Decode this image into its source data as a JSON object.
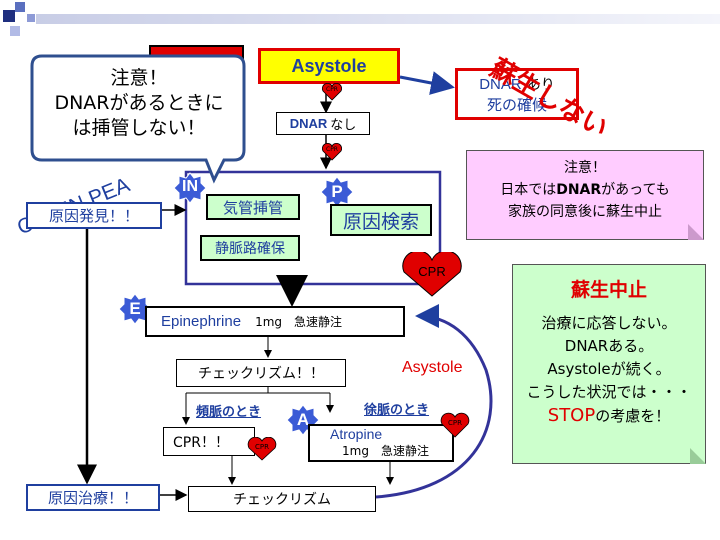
{
  "header": {
    "asystole": "Asystole",
    "resuscitation_not": "蘇生しない"
  },
  "dnar": {
    "present_name": "DNAR",
    "present_suffix": "あり",
    "present_result": "死の確候",
    "absent_name": "DNAR",
    "absent_suffix": "なし"
  },
  "callout_caution": {
    "line1": "注意！",
    "line2": "DNARがあるときに",
    "line3": "は挿管しない！"
  },
  "cpr_in_pea": "CPR IN PEA",
  "cause_found": "原因発見！！",
  "in_badge": "IN",
  "intubation": "気管挿管",
  "iv_access": "静脈路確保",
  "p_badge": "P",
  "cause_search": "原因検索",
  "heart_cpr_big": "CPR",
  "heart_cpr_small": "CPR",
  "note_japan": {
    "line1": "注意！",
    "line2a": "日本では",
    "line2b": "DNAR",
    "line2c": "があっても",
    "line3": "家族の同意後に蘇生中止"
  },
  "note_stop": {
    "title": "蘇生中止",
    "line1": "治療に応答しない。",
    "line2": "DNARある。",
    "line3": "Asystoleが続く。",
    "line4": "こうした状況では・・・",
    "stop_word": "STOP",
    "stop_tail": "の考慮を！"
  },
  "e_badge": "E",
  "epinephrine": "Epinephrine",
  "epinephrine_dose": "1mg　急速静注",
  "check_rhythm1": "チェックリズム！！",
  "tachy_pulse": "頻脈のとき",
  "brady_pulse": "徐脈のとき",
  "cpr_box": "CPR！！",
  "a_badge": "A",
  "atropine": "Atropine",
  "atropine_dose": "1mg　急速静注",
  "asystole_loop": "Asystole",
  "cause_treat": "原因治療！！",
  "check_rhythm2": "チェックリズム",
  "colors": {
    "red": "#e00000",
    "blue": "#1f3f9f",
    "navy": "#333399",
    "pink_note": "#ffccff",
    "green_note": "#ccffcc",
    "badge_blue": "#3b5bd6"
  }
}
